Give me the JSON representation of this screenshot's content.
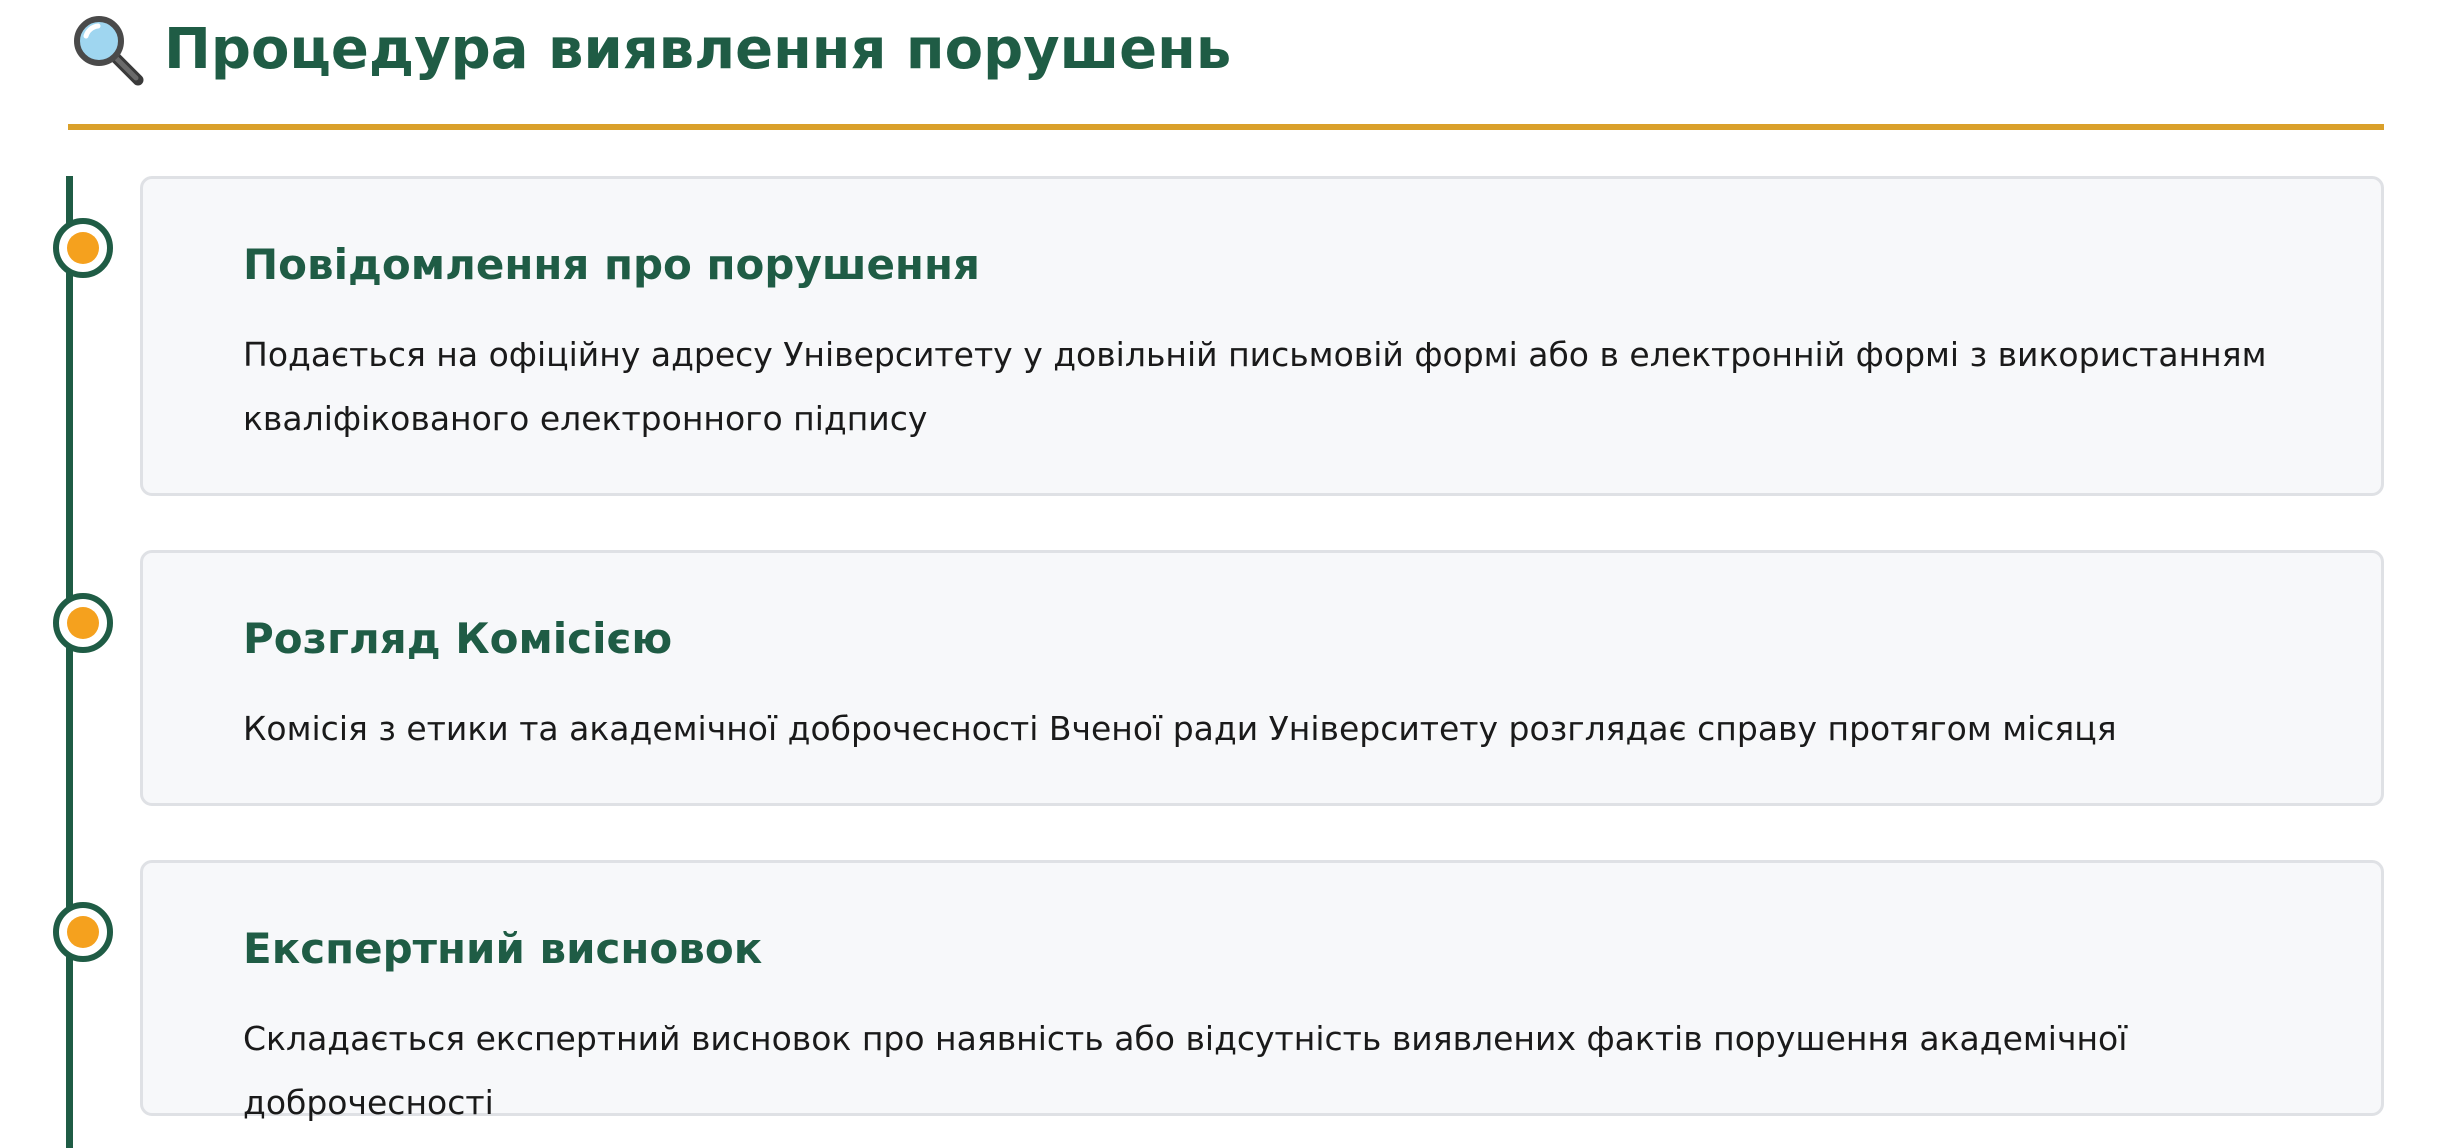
{
  "header": {
    "icon": "magnifying-glass-icon",
    "title": "Процедура виявлення порушень"
  },
  "colors": {
    "accent_green": "#1f5c45",
    "accent_gold": "#daa02a",
    "dot_orange": "#f5a11e",
    "card_bg": "#f7f8fa"
  },
  "steps": [
    {
      "title": "Повідомлення про порушення",
      "text": "Подається на офіційну адресу Університету у довільній письмовій формі або в електронній формі з використанням кваліфікованого електронного підпису"
    },
    {
      "title": "Розгляд Комісією",
      "text": "Комісія з етики та академічної доброчесності Вченої ради Університету розглядає справу протягом місяця"
    },
    {
      "title": "Експертний висновок",
      "text": "Складається експертний висновок про наявність або відсутність виявлених фактів порушення академічної доброчесності"
    }
  ]
}
